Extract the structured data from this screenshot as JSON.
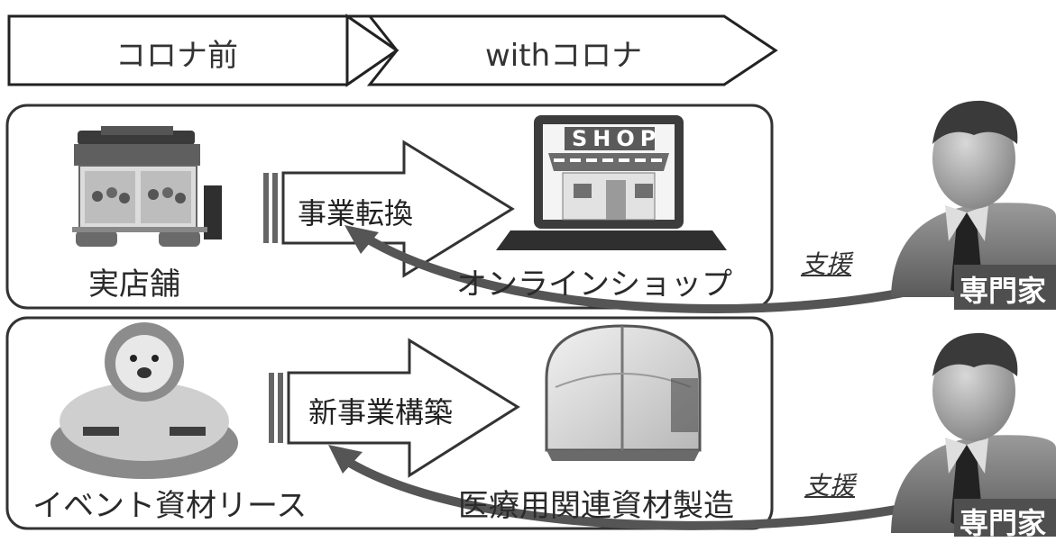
{
  "phases": {
    "before": "コロナ前",
    "with": "withコロナ"
  },
  "row1": {
    "from_label": "実店舗",
    "action_label": "事業転換",
    "to_label": "オンラインショップ",
    "shop_sign": "SHOP",
    "support_label": "支援",
    "expert_badge": "専門家"
  },
  "row2": {
    "from_label": "イベント資材リース",
    "action_label": "新事業構築",
    "to_label": "医療用関連資材製造",
    "support_label": "支援",
    "expert_badge": "専門家"
  }
}
